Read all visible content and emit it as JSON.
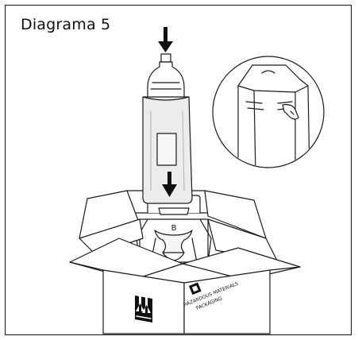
{
  "title": "Diagrama 5",
  "labels": {
    "container": "B",
    "hazmat_line1": "HAZARDOUS MATERIALS",
    "hazmat_line2": "PACKAGING"
  },
  "icons": {
    "down_arrow": "down-arrow-icon",
    "up_arrows": "this-way-up-icon"
  },
  "colors": {
    "stroke": "#1a1a1a",
    "sleeve_fill": "#e9e9e9",
    "dark": "#111111"
  }
}
